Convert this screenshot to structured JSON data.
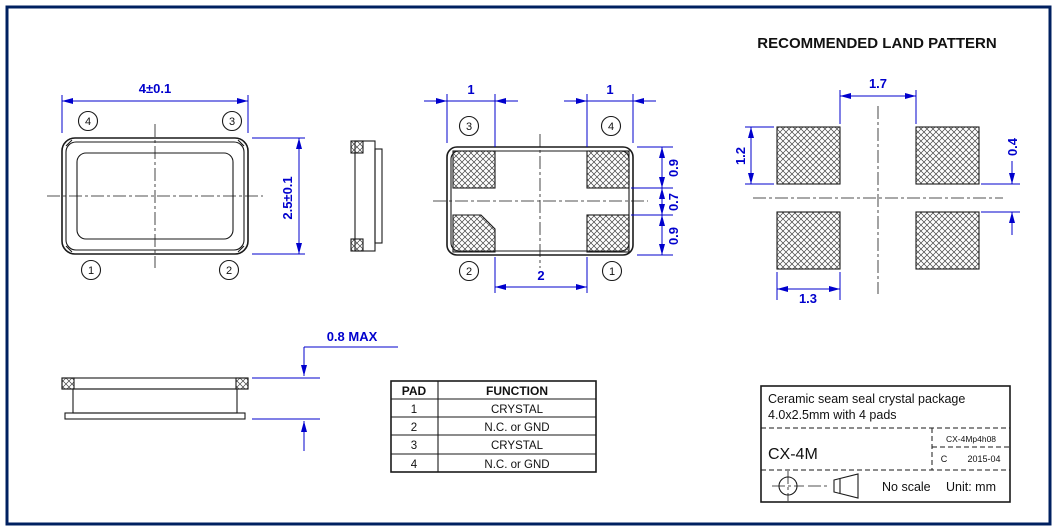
{
  "colors": {
    "dimension": "#0000cd",
    "line": "#1a1a1a",
    "sheet_border": "#002060"
  },
  "land_pattern": {
    "title": "RECOMMENDED LAND PATTERN",
    "dim_horizontal_gap": "1.7",
    "dim_pad_height": "1.2",
    "dim_vertical_gap": "0.4",
    "dim_pad_width": "1.3"
  },
  "top_view": {
    "dim_width": "4±0.1",
    "dim_height": "2.5±0.1",
    "pad_top_left": "4",
    "pad_top_right": "3",
    "pad_bottom_left": "1",
    "pad_bottom_right": "2"
  },
  "bottom_view": {
    "dim_pad_left": "1",
    "dim_pad_right": "1",
    "dim_top": "0.9",
    "dim_middle": "0.7",
    "dim_bottom": "0.9",
    "dim_center": "2",
    "pad_top_left": "3",
    "pad_top_right": "4",
    "pad_bottom_left": "2",
    "pad_bottom_right": "1"
  },
  "side_view": {
    "dim_height_max": "0.8 MAX"
  },
  "pad_table": {
    "headers": [
      "PAD",
      "FUNCTION"
    ],
    "rows": [
      [
        "1",
        "CRYSTAL"
      ],
      [
        "2",
        "N.C. or GND"
      ],
      [
        "3",
        "CRYSTAL"
      ],
      [
        "4",
        "N.C. or GND"
      ]
    ]
  },
  "title_block": {
    "description_line1": "Ceramic seam seal crystal package",
    "description_line2": "4.0x2.5mm with 4 pads",
    "part_number": "CX-4M",
    "document_number": "CX-4Mp4h08",
    "revision": "C",
    "revision_date": "2015-04",
    "scale": "No scale",
    "unit": "Unit: mm"
  }
}
